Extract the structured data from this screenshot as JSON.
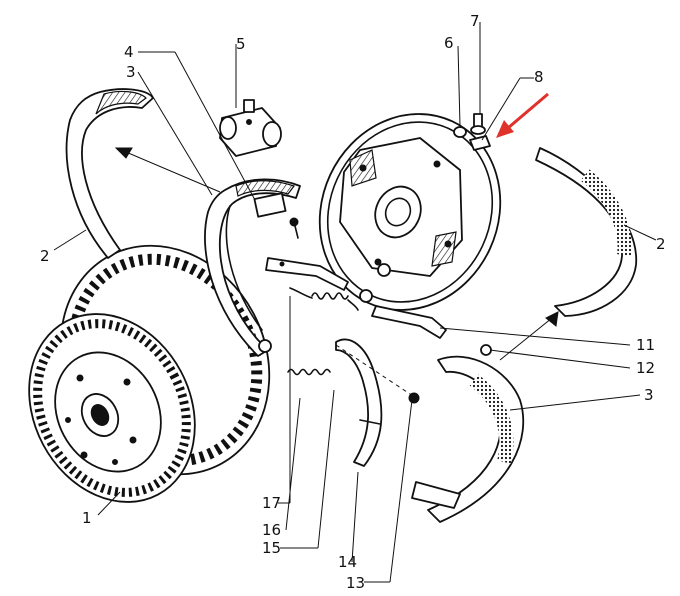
{
  "callouts": [
    {
      "id": "c1",
      "label": "1"
    },
    {
      "id": "c2l",
      "label": "2"
    },
    {
      "id": "c2r",
      "label": "2"
    },
    {
      "id": "c3t",
      "label": "3"
    },
    {
      "id": "c3r",
      "label": "3"
    },
    {
      "id": "c4",
      "label": "4"
    },
    {
      "id": "c5",
      "label": "5"
    },
    {
      "id": "c6",
      "label": "6"
    },
    {
      "id": "c7",
      "label": "7"
    },
    {
      "id": "c8",
      "label": "8"
    },
    {
      "id": "c11",
      "label": "11"
    },
    {
      "id": "c12",
      "label": "12"
    },
    {
      "id": "c13",
      "label": "13"
    },
    {
      "id": "c14",
      "label": "14"
    },
    {
      "id": "c15",
      "label": "15"
    },
    {
      "id": "c16",
      "label": "16"
    },
    {
      "id": "c17",
      "label": "17"
    }
  ],
  "colors": {
    "ink": "#111111",
    "paper": "#ffffff",
    "highlight_arrow": "#e0312b"
  }
}
